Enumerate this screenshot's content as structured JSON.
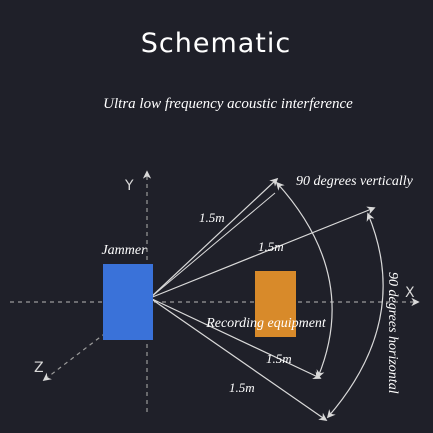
{
  "title": "Schematic",
  "subtitle": "Ultra low frequency acoustic interference",
  "axes": {
    "y": "Y",
    "x": "X",
    "z": "Z"
  },
  "labels": {
    "jammer": "Jammer",
    "recording": "Recording equipment",
    "vertical": "90 degrees vertically",
    "horizontal": "90 degrees horizontal",
    "dist_1": "1.5m",
    "dist_2": "1.5m",
    "dist_3": "1.5m",
    "dist_4": "1.5m"
  },
  "colors": {
    "background": "#1f2029",
    "jammer": "#3a72d9",
    "recording": "#d88a2a",
    "lines": "#d9d9d9",
    "text": "#ffffff"
  }
}
